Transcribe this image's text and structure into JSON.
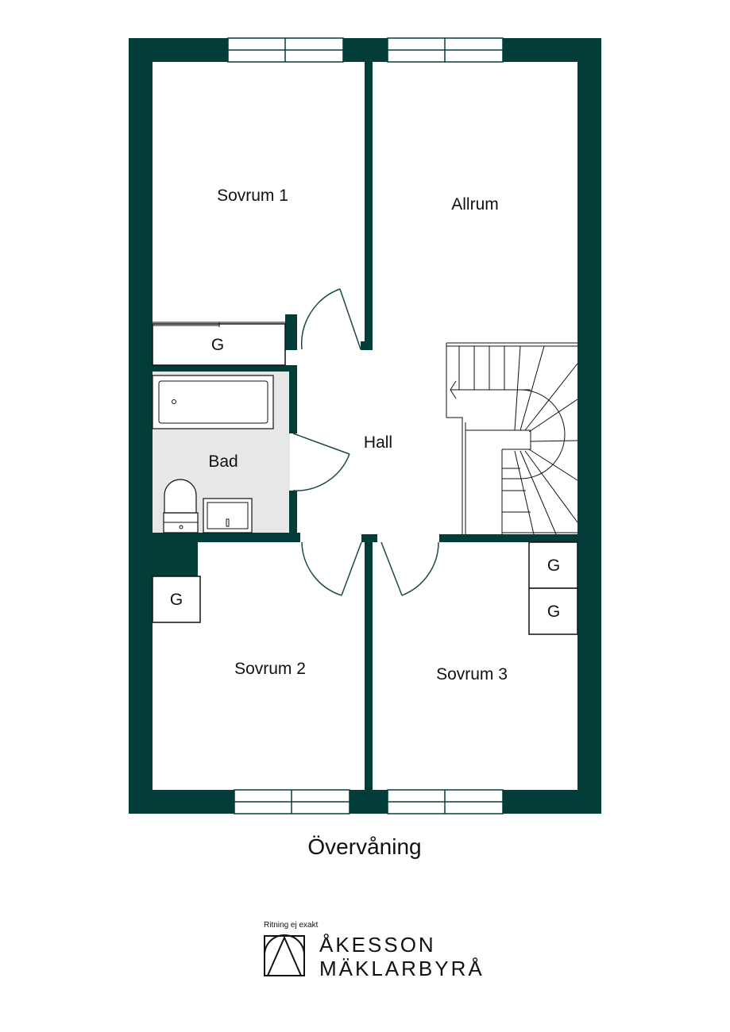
{
  "colors": {
    "wall": "#033d3a",
    "bathroom_floor": "#e5e8e6",
    "line": "#1a4a47",
    "text": "#111111",
    "background": "#ffffff"
  },
  "rooms": {
    "sovrum_1": "Sovrum 1",
    "allrum": "Allrum",
    "hall": "Hall",
    "bad": "Bad",
    "sovrum_2": "Sovrum 2",
    "sovrum_3": "Sovrum 3"
  },
  "closets": {
    "sovrum_1_closet": "G",
    "sovrum_2_closet": "G",
    "sovrum_3_closet_top": "G",
    "sovrum_3_closet_bottom": "G"
  },
  "floor_title": "Övervåning",
  "footer": {
    "disclaimer": "Ritning ej exakt",
    "brand_line_1": "ÅKESSON",
    "brand_line_2": "MÄKLARBYRÅ",
    "logo_icon": "akesson-logo-icon"
  }
}
